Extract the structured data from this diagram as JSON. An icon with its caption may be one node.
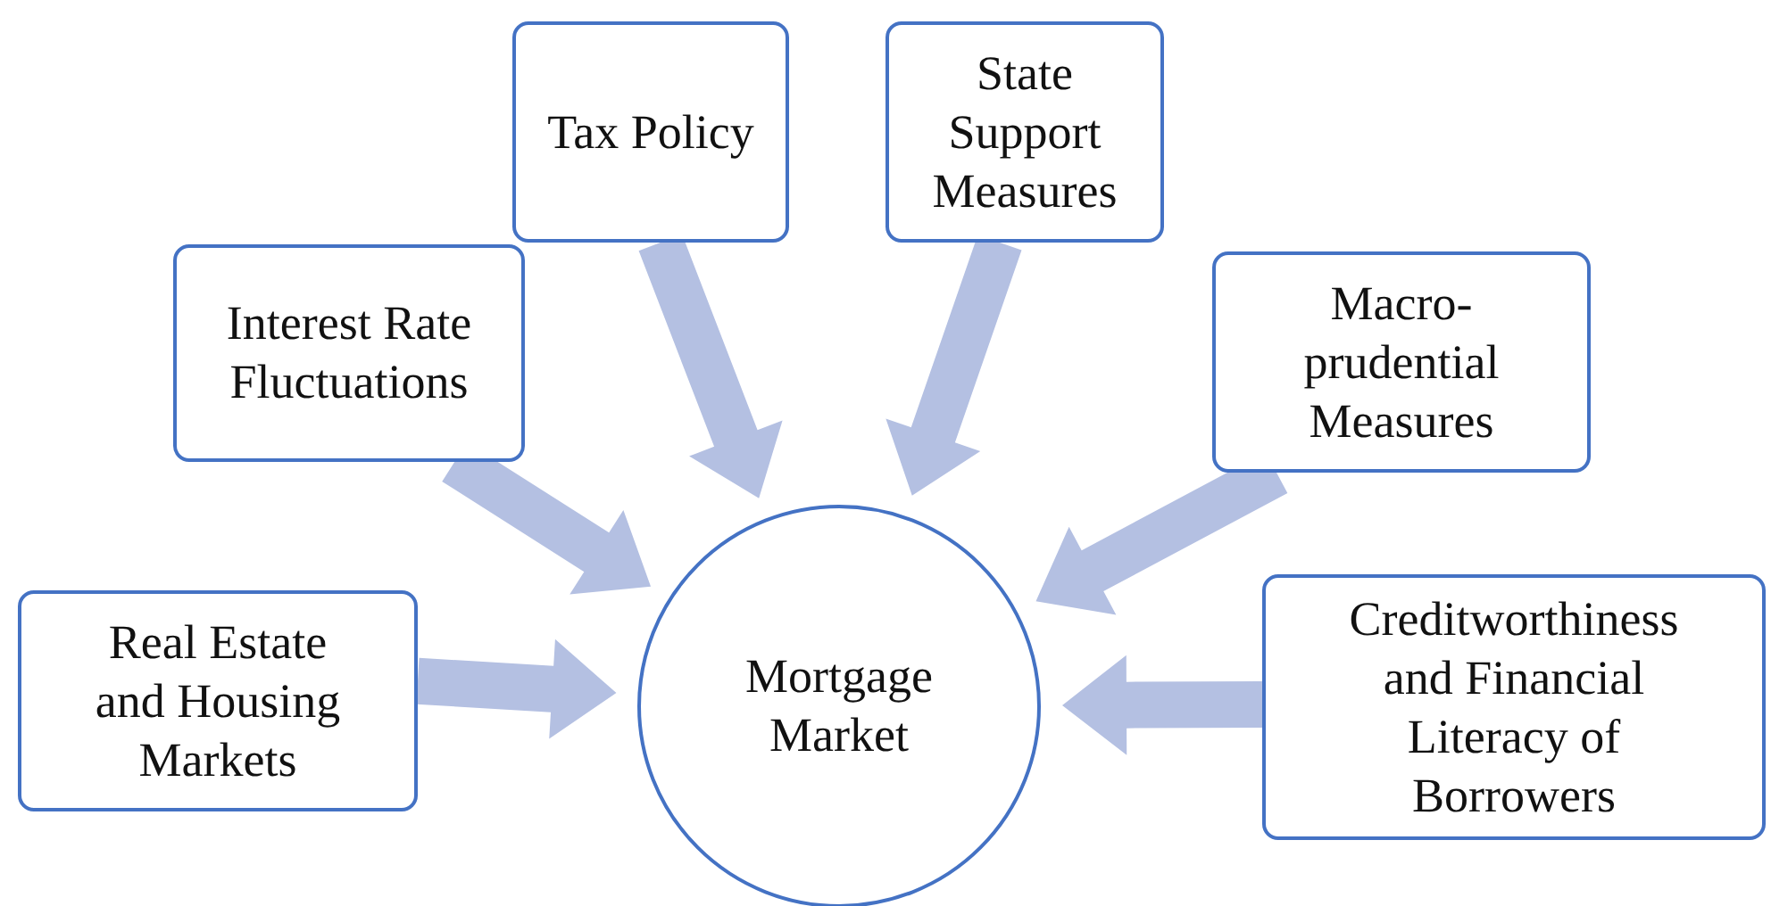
{
  "diagram": {
    "nodes": [
      {
        "text": [
          "Mortgage Market"
        ]
      },
      {
        "text": [
          "Real Estate and Housing Markets"
        ]
      },
      {
        "text": [
          "Interest Rate Fluctuations"
        ]
      },
      {
        "text": [
          "Tax Policy"
        ]
      },
      {
        "text": [
          "State Support Measures"
        ]
      },
      {
        "text": [
          "Macro-prudential Measures"
        ]
      },
      {
        "text": [
          "Creditworthiness and Financial Literacy of Borrowers"
        ]
      }
    ],
    "edges": [
      {
        "from": 1,
        "to": 0,
        "arrow": "to"
      },
      {
        "from": 2,
        "to": 0,
        "arrow": "to"
      },
      {
        "from": 3,
        "to": 0,
        "arrow": "to"
      },
      {
        "from": 4,
        "to": 0,
        "arrow": "to"
      },
      {
        "from": 5,
        "to": 0,
        "arrow": "to"
      },
      {
        "from": 6,
        "to": 0,
        "arrow": "to"
      }
    ]
  }
}
